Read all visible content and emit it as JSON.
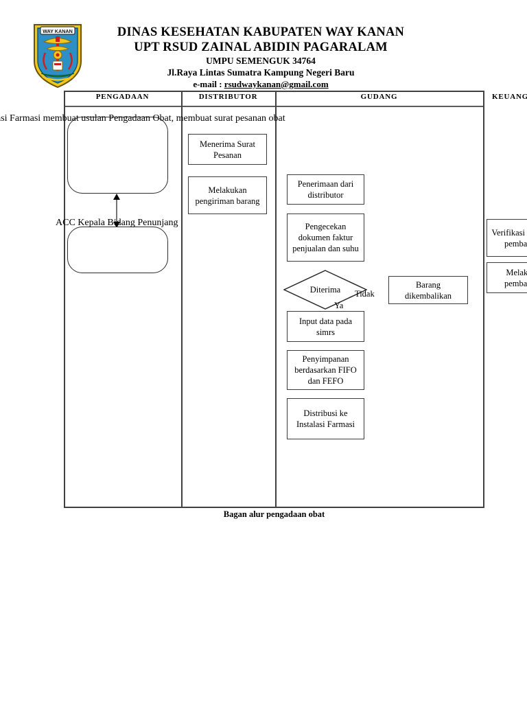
{
  "header": {
    "logo_name": "way-kanan-coat-of-arms",
    "logo_banner": "WAY KANAN",
    "line1": "DINAS KESEHATAN KABUPATEN WAY KANAN",
    "line2": "UPT RSUD ZAINAL ABIDIN PAGARALAM",
    "line3": "UMPU SEMENGUK 34764",
    "line4": "Jl.Raya Lintas Sumatra Kampung Negeri Baru",
    "email_prefix": "e-mail : ",
    "email": "rsudwaykanan@gmail.com"
  },
  "table": {
    "columns": [
      {
        "label": "PENGADAAN"
      },
      {
        "label": "DISTRIBUTOR"
      },
      {
        "label": "GUDANG"
      },
      {
        "label": "KEUANGAN"
      }
    ]
  },
  "pengadaan": {
    "step1_text": "asi Farmasi membuat usulan Pengadaan Obat, membuat surat pesanan obat",
    "step2_text": "ACC Kepala Bidang Penunjang"
  },
  "distributor": {
    "step1": "Menerima Surat Pesanan",
    "step2": "Melakukan pengiriman barang"
  },
  "gudang": {
    "step1": "Penerimaan dari distributor",
    "step2": "Pengecekan dokumen faktur penjualan dan suhu",
    "decision": "Diterima",
    "label_no": "Tidak",
    "label_yes": "Ya",
    "step_no": "Barang dikembalikan",
    "step3": "Input data pada simrs",
    "step4": "Penyimpanan berdasarkan FIFO dan FEFO",
    "step5": "Distribusi ke Instalasi Farmasi"
  },
  "keuangan": {
    "step1": "Verifikasi dokumen pembayaran",
    "step2": "Melakukan pembayaran"
  },
  "caption": "Bagan alur pengadaan obat",
  "colors": {
    "line": "#3a3a3a",
    "text": "#000000",
    "logo_blue": "#2e8fc4",
    "logo_yellow": "#f2c61a",
    "logo_red": "#cf1d1d",
    "logo_green": "#1f8a3a"
  }
}
